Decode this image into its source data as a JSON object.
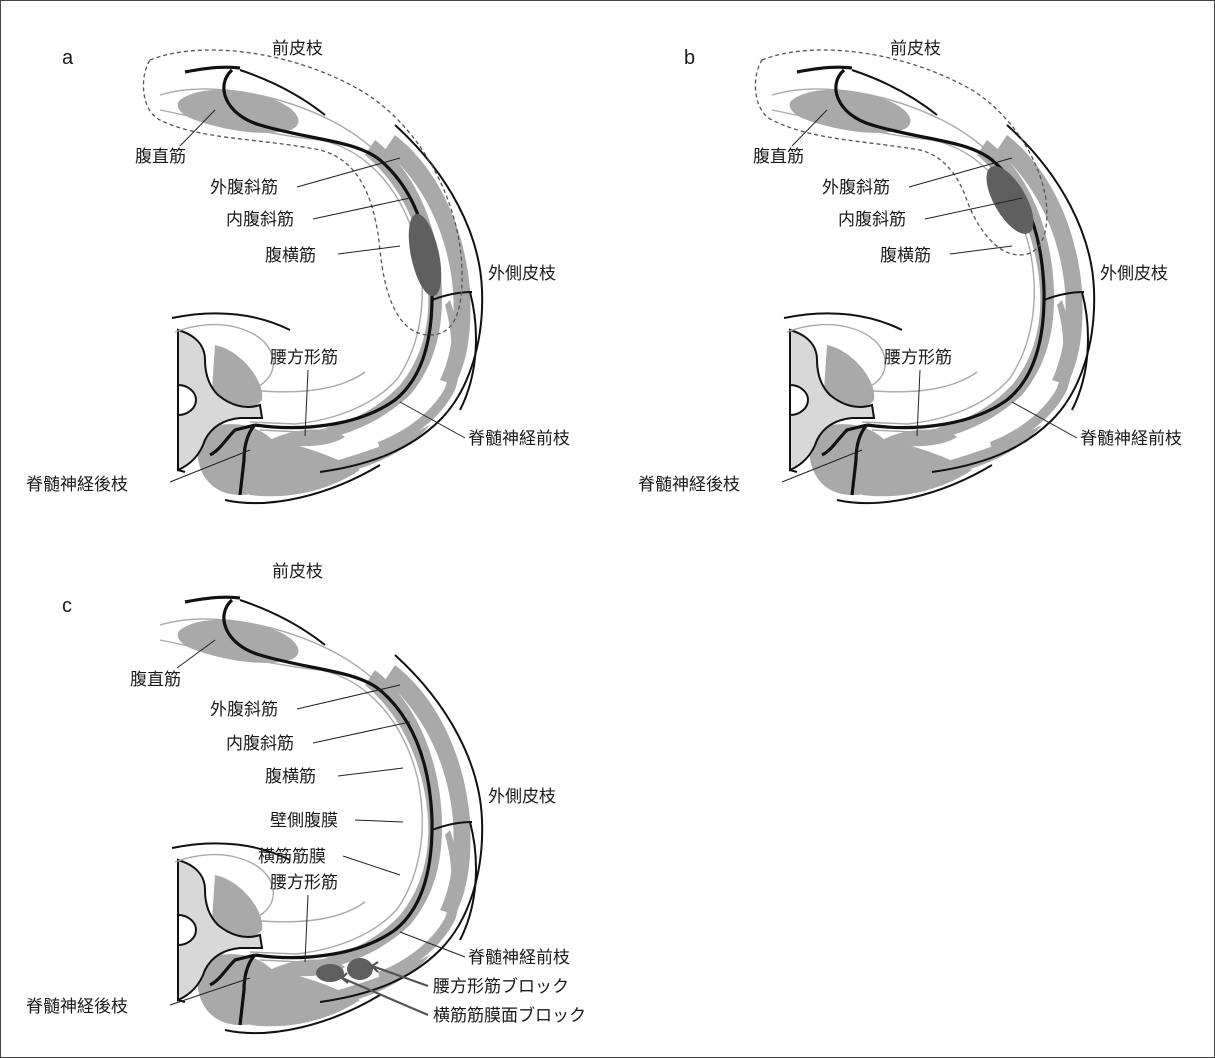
{
  "panels": [
    {
      "id": "a",
      "letter": "a",
      "labels": {
        "anterior_cutaneous": "前皮枝",
        "rectus_abdominis": "腹直筋",
        "external_oblique": "外腹斜筋",
        "internal_oblique": "内腹斜筋",
        "transversus_abdominis": "腹横筋",
        "lateral_cutaneous": "外側皮枝",
        "quadratus_lumborum": "腰方形筋",
        "ventral_ramus": "脊髄神経前枝",
        "dorsal_ramus": "脊髄神経後枝"
      }
    },
    {
      "id": "b",
      "letter": "b",
      "labels": {
        "anterior_cutaneous": "前皮枝",
        "rectus_abdominis": "腹直筋",
        "external_oblique": "外腹斜筋",
        "internal_oblique": "内腹斜筋",
        "transversus_abdominis": "腹横筋",
        "lateral_cutaneous": "外側皮枝",
        "quadratus_lumborum": "腰方形筋",
        "ventral_ramus": "脊髄神経前枝",
        "dorsal_ramus": "脊髄神経後枝"
      }
    },
    {
      "id": "c",
      "letter": "c",
      "labels": {
        "anterior_cutaneous": "前皮枝",
        "rectus_abdominis": "腹直筋",
        "external_oblique": "外腹斜筋",
        "internal_oblique": "内腹斜筋",
        "transversus_abdominis": "腹横筋",
        "parietal_peritoneum": "壁側腹膜",
        "transversalis_fascia": "横筋筋膜",
        "lateral_cutaneous": "外側皮枝",
        "quadratus_lumborum": "腰方形筋",
        "ventral_ramus": "脊髄神経前枝",
        "dorsal_ramus": "脊髄神経後枝",
        "ql_block": "腰方形筋ブロック",
        "tf_block": "横筋筋膜面ブロック"
      }
    }
  ]
}
